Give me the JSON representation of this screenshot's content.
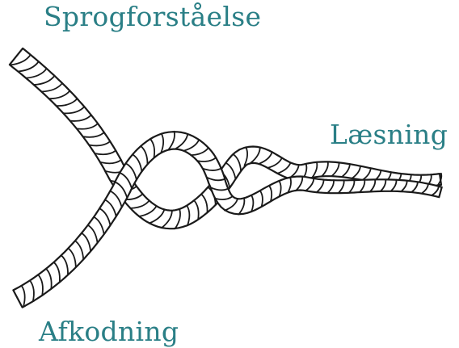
{
  "diagram": {
    "labels": {
      "top": "Sprogforståelse",
      "right": "Læsning",
      "bottom": "Afkodning"
    },
    "colors": {
      "label": "#2a7f86",
      "rope_ink": "#1a1a1a",
      "rope_fill": "#ffffff"
    }
  }
}
